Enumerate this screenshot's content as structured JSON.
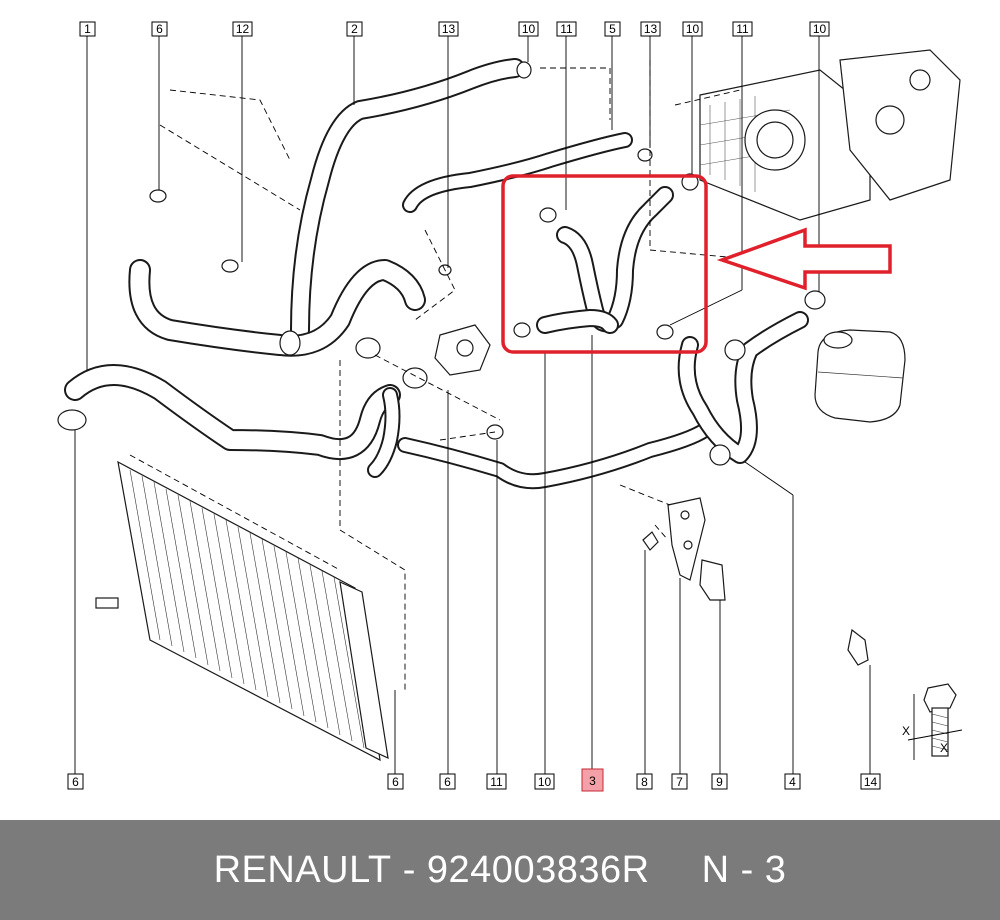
{
  "labels_top": [
    "1",
    "6",
    "12",
    "2",
    "13",
    "10",
    "11",
    "5",
    "13",
    "10",
    "11",
    "10"
  ],
  "labels_bottom": [
    "6",
    "6",
    "6",
    "11",
    "10",
    "3",
    "8",
    "7",
    "9",
    "4",
    "14"
  ],
  "highlighted_label": "3",
  "dimension_marks": [
    "X",
    "X"
  ],
  "footer": {
    "brand": "RENAULT",
    "part_number": "924003836R",
    "ref": "N - 3",
    "dash": "-"
  },
  "colors": {
    "highlight_frame": "#e0202a",
    "highlight_label_fill": "#f4a0a8",
    "footer_bg": "#7b7b7b"
  }
}
